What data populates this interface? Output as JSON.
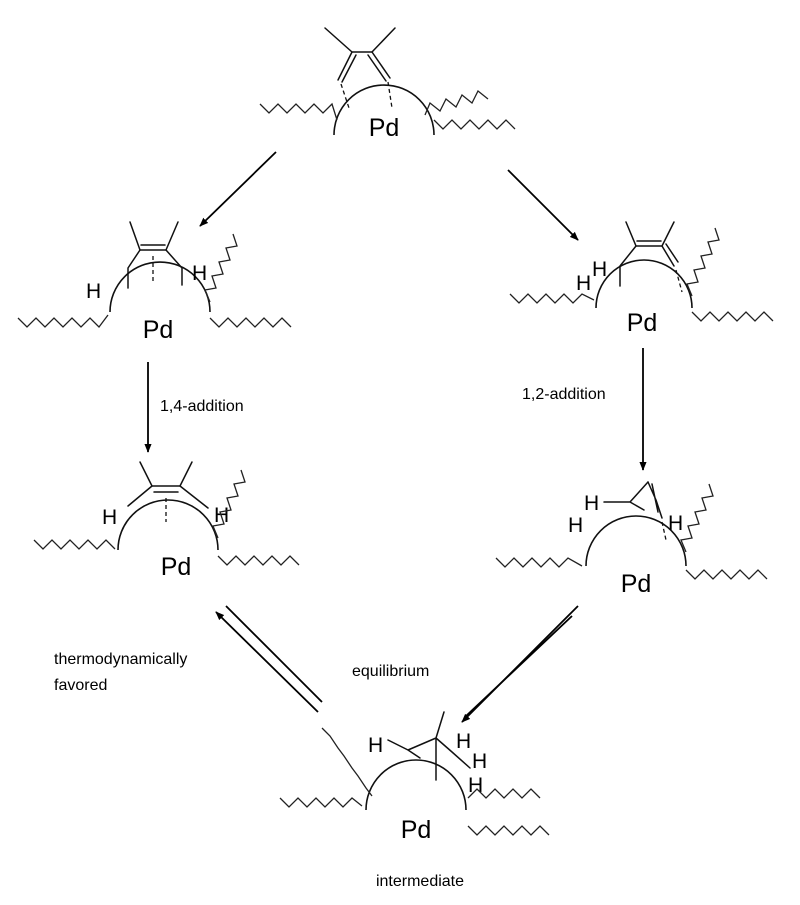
{
  "metal_label": "Pd",
  "hydrogen_label": "H",
  "labels": {
    "addition_14": "1,4-addition",
    "addition_12": "1,2-addition",
    "thermo_line1": "thermodynamically",
    "thermo_line2": "favored",
    "equilibrium": "equilibrium",
    "intermediate": "intermediate"
  }
}
